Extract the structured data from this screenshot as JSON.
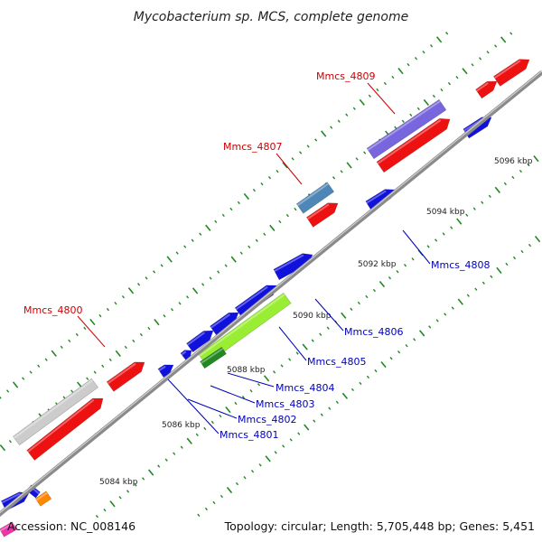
{
  "title": "Mycobacterium sp. MCS, complete genome",
  "accession": "Accession: NC_008146",
  "topology": "Topology: circular; Length: 5,705,448 bp; Genes: 5,451",
  "scale_labels": [
    "5084 kbp",
    "5086 kbp",
    "5088 kbp",
    "5090 kbp",
    "5092 kbp",
    "5094 kbp",
    "5096 kbp"
  ],
  "gene_labels_forward": [
    "Mmcs_4800",
    "Mmcs_4807",
    "Mmcs_4809"
  ],
  "gene_labels_reverse": [
    "Mmcs_4801",
    "Mmcs_4802",
    "Mmcs_4803",
    "Mmcs_4804",
    "Mmcs_4805",
    "Mmcs_4806",
    "Mmcs_4808"
  ],
  "colors": {
    "backbone": "#8c8c8c",
    "forward_label": "#cc0000",
    "reverse_label": "#0000bb",
    "red_gene": "#ee1111",
    "blue_gene": "#1111dd",
    "purple_gene": "#7766dd",
    "steel_gene": "#4f86b8",
    "lime_gene": "#99ee33",
    "green_gene": "#228822",
    "gray_gene": "#cccccc",
    "orange_gene": "#ff8800",
    "magenta_gene": "#ee33aa",
    "tick_green": "#228822"
  }
}
